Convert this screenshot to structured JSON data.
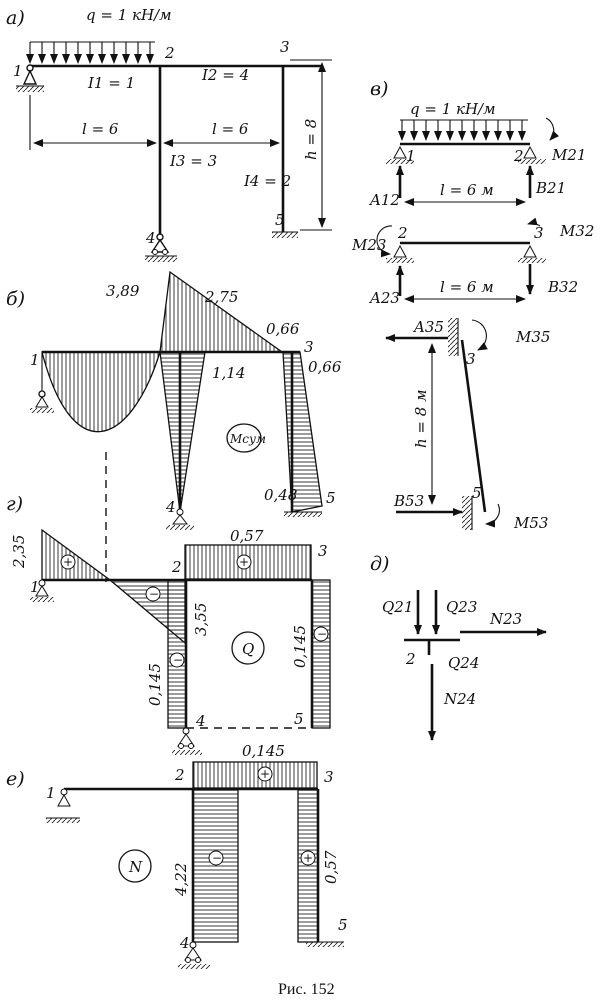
{
  "caption": "Рис. 152",
  "panels": {
    "a": {
      "tag": "а)",
      "load": "q = 1 кН/м",
      "nodes": [
        "1",
        "2",
        "3",
        "4",
        "5"
      ],
      "i1": "I1 = 1",
      "i2": "I2 = 4",
      "i3": "I3 = 3",
      "i4": "I4 = 2",
      "span1": "l = 6",
      "span2": "l = 6",
      "height": "h = 8"
    },
    "b": {
      "tag": "б)",
      "values": [
        "3,89",
        "2,75",
        "0,66",
        "0,66",
        "1,14",
        "0,48"
      ],
      "badge": "Mсум",
      "nodes": [
        "1",
        "3",
        "4",
        "5"
      ]
    },
    "v": {
      "tag": "в)",
      "load": "q = 1 кН/м",
      "m21": "M21",
      "a12": "A12",
      "b21": "B21",
      "span1": "l = 6 м",
      "m23": "M23",
      "m32": "M32",
      "a23": "A23",
      "b32": "B32",
      "span2": "l = 6 м",
      "a35": "A35",
      "m35": "M35",
      "height": "h = 8 м",
      "b53": "B53",
      "m53": "M53",
      "nodes": [
        "1",
        "2",
        "2",
        "3",
        "3",
        "5"
      ]
    },
    "g": {
      "tag": "г)",
      "values": [
        "2,35",
        "0,57",
        "3,55",
        "0,145",
        "0,145"
      ],
      "badge": "Q",
      "nodes": [
        "1",
        "2",
        "3",
        "4",
        "5"
      ]
    },
    "d": {
      "tag": "д)",
      "q21": "Q21",
      "q23": "Q23",
      "n23": "N23",
      "q24": "Q24",
      "n24": "N24",
      "node": "2"
    },
    "e": {
      "tag": "е)",
      "values": [
        "0,145",
        "4,22",
        "0,57"
      ],
      "badge": "N",
      "nodes": [
        "1",
        "2",
        "3",
        "4",
        "5"
      ]
    }
  }
}
